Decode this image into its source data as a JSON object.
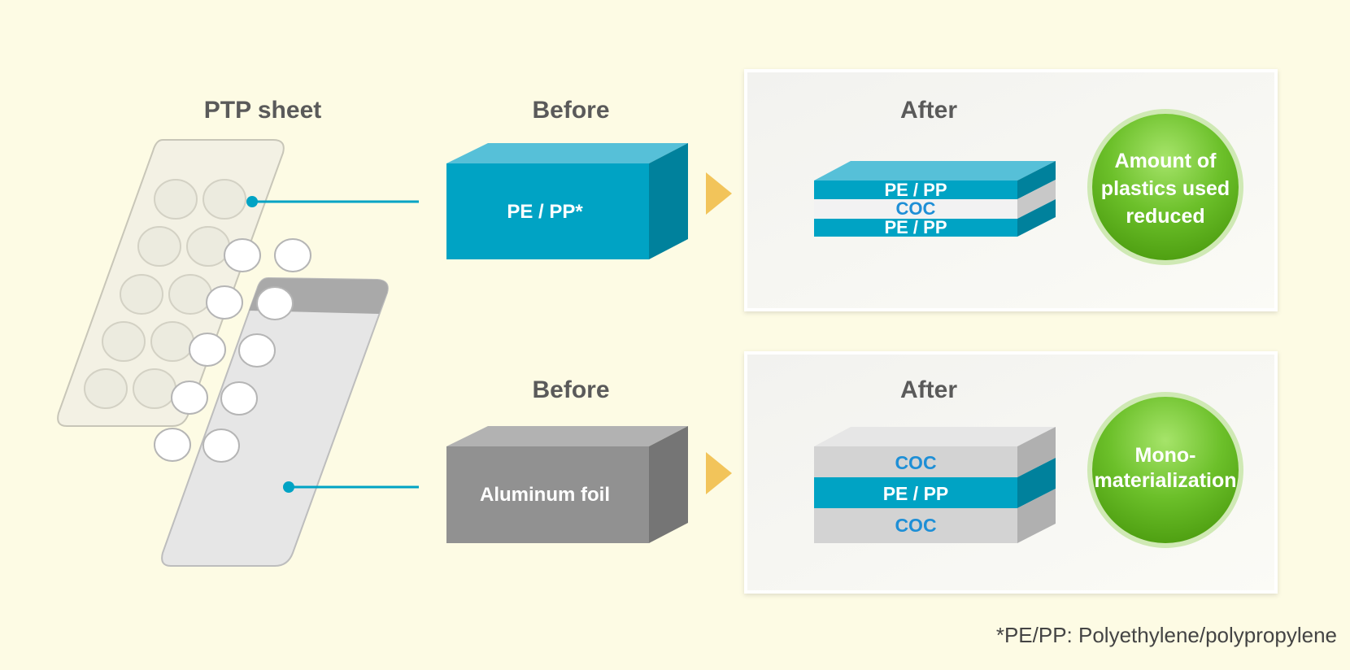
{
  "headings": {
    "ptp_sheet": "PTP sheet",
    "before_top": "Before",
    "after_top": "After",
    "before_bottom": "Before",
    "after_bottom": "After"
  },
  "before_top_box": {
    "label": "PE / PP*"
  },
  "before_bottom_box": {
    "label": "Aluminum foil"
  },
  "after_top_layers": {
    "top": "PE / PP",
    "middle": "COC",
    "bottom": "PE / PP"
  },
  "after_bottom_layers": {
    "top": "COC",
    "middle": "PE / PP",
    "bottom": "COC"
  },
  "benefit_top": {
    "line1": "Amount of",
    "line2": "plastics used",
    "line3": "reduced"
  },
  "benefit_bottom": {
    "line1": "Mono-",
    "line2": "materialization"
  },
  "footnote": "*PE/PP: Polyethylene/polypropylene",
  "colors": {
    "background": "#fdfbe4",
    "teal": "#00a3c4",
    "gray": "#8e8e8e",
    "coc_text": "#1e8fd6",
    "green": "#62b21e",
    "arrow": "#f2c45a"
  }
}
